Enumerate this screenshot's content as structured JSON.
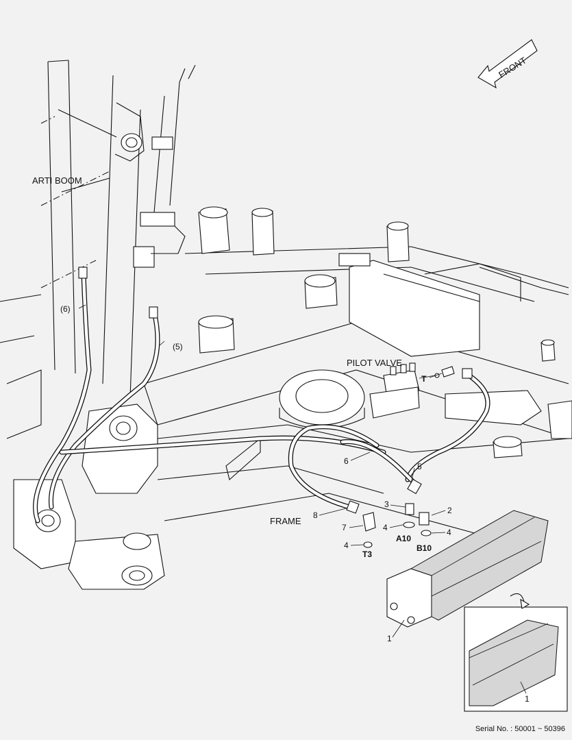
{
  "labels": {
    "front": "FRONT",
    "arti_boom": "ARTI BOOM",
    "pilot_valve": "PILOT VALVE",
    "frame": "FRAME",
    "port_t": "T",
    "port_a10": "A10",
    "port_b10": "B10",
    "port_t3": "T3"
  },
  "callouts": {
    "p1": "1",
    "p1_inset": "1",
    "p2": "2",
    "p3": "3",
    "p4a": "4",
    "p4b": "4",
    "p4c": "4",
    "p5": "5",
    "p5_paren": "(5)",
    "p6": "6",
    "p6_paren": "(6)",
    "p7": "7",
    "p8": "8"
  },
  "footer": {
    "serial": "Serial No. : 50001 ~ 50396"
  }
}
